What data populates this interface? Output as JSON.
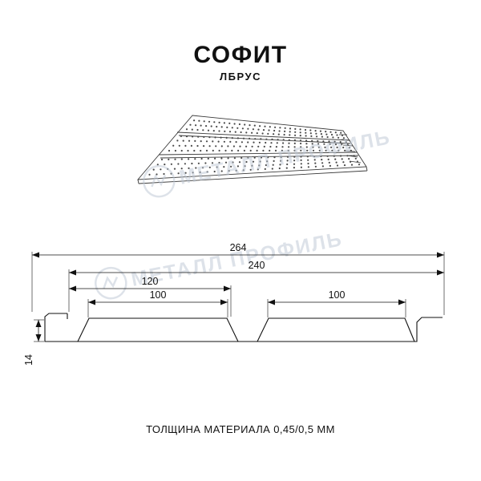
{
  "page": {
    "title": "СОФИТ",
    "subtitle": "ЛБРУС",
    "footer_note": "ТОЛЩИНА МАТЕРИАЛА 0,45/0,5 ММ"
  },
  "watermark": {
    "text": "МЕТАЛЛ ПРОФИЛЬ",
    "color": "#bdc7d4"
  },
  "diagram": {
    "type": "technical-drawing",
    "subject": "perforated soffit panel cross-section",
    "dimensions": {
      "overall_width": "264",
      "working_width": "240",
      "half_width": "120",
      "plank_left": "100",
      "plank_right": "100",
      "height": "14"
    }
  }
}
